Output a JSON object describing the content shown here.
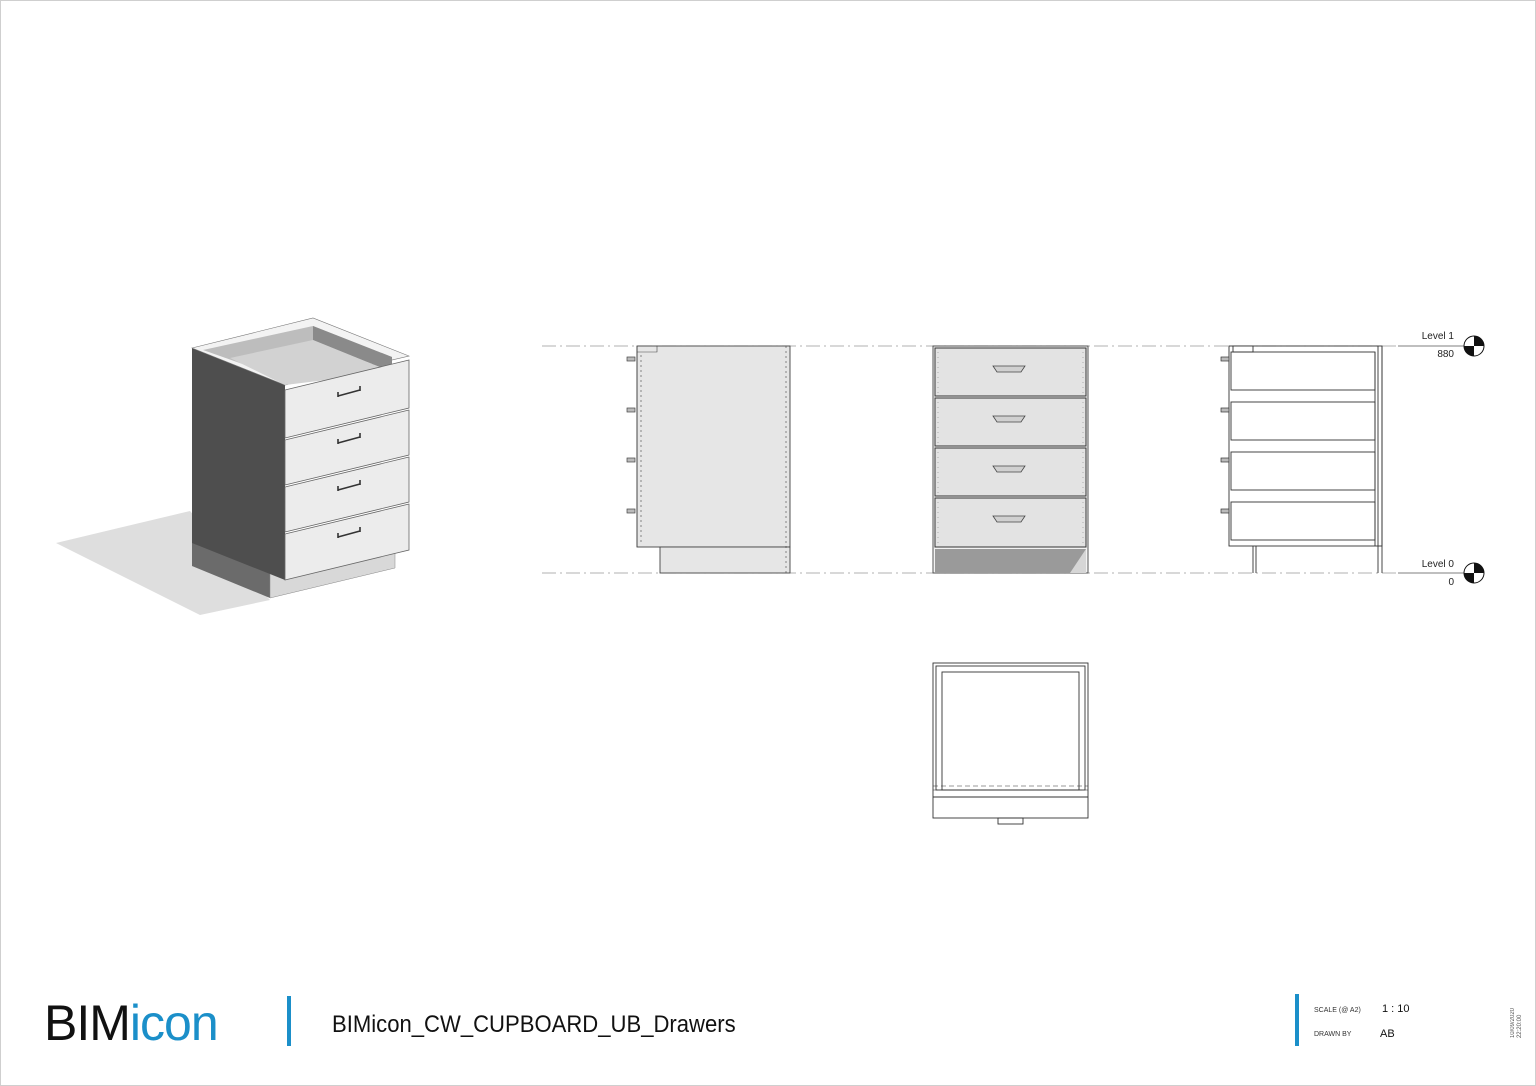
{
  "sheet": {
    "title": "BIMicon_CW_CUPBOARD_UB_Drawers"
  },
  "logo": {
    "part1": "BIM",
    "part2": "icon",
    "brand_color": "#1b8fc9"
  },
  "levels": [
    {
      "name": "Level 1",
      "elevation": "880"
    },
    {
      "name": "Level 0",
      "elevation": "0"
    }
  ],
  "title_block": {
    "scale_label": "SCALE (@ A2)",
    "scale_value": "1 : 10",
    "drawn_by_label": "DRAWN BY",
    "drawn_by_value": "AB",
    "date": "10/09/2020",
    "time": "22:20:00"
  },
  "colors": {
    "panel_fill": "#e6e6e6",
    "dark_side": "#5a5a5a",
    "shadow": "#dedede",
    "line": "#333333"
  }
}
